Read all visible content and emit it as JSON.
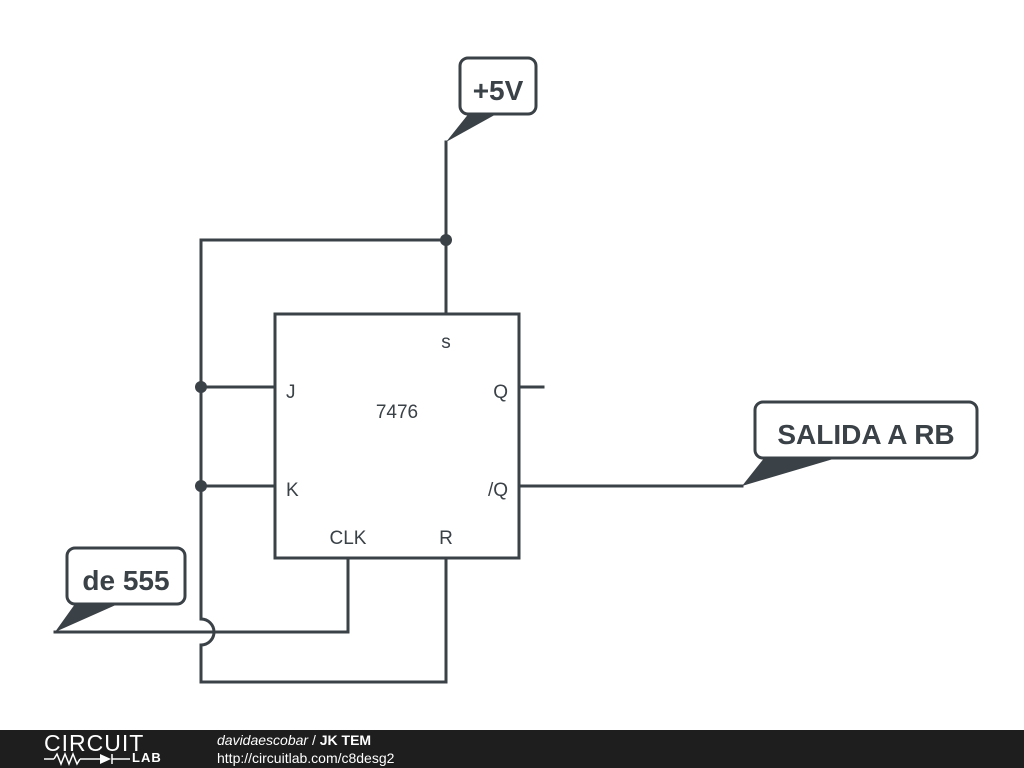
{
  "schematic": {
    "chip": {
      "part": "7476",
      "pins": {
        "s": "s",
        "j": "J",
        "k": "K",
        "q": "Q",
        "qbar": "/Q",
        "clk": "CLK",
        "r": "R"
      }
    },
    "labels": {
      "vcc": "+5V",
      "output": "SALIDA A RB",
      "input": "de 555"
    },
    "colors": {
      "wire": "#3a4147",
      "background": "#ffffff"
    }
  },
  "footer": {
    "logo_top": "CIRCUIT",
    "logo_bottom": "LAB",
    "author": "davidaescobar",
    "separator": " / ",
    "title": "JK TEM",
    "url": "http://circuitlab.com/c8desg2",
    "background": "#1e1e1e"
  }
}
